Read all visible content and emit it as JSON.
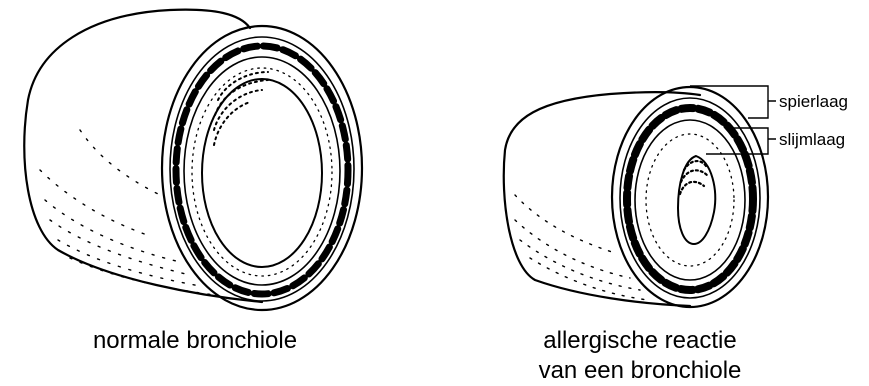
{
  "labels": {
    "muscle_layer": "spierlaag",
    "mucus_layer": "slijmlaag"
  },
  "captions": {
    "normal": "normale bronchiole",
    "allergic_line1": "allergische reactie",
    "allergic_line2": "van een bronchiole"
  },
  "colors": {
    "ink": "#000000",
    "background": "#ffffff"
  }
}
